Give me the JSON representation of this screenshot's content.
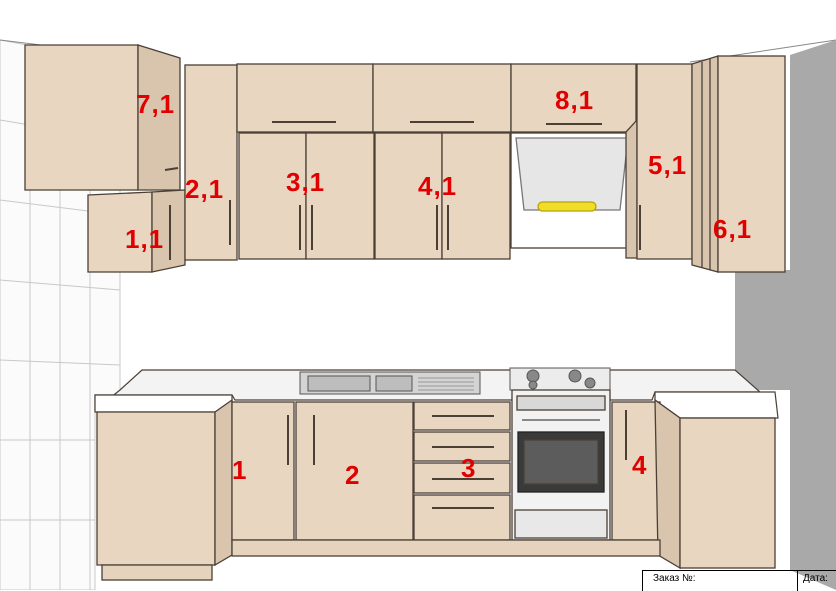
{
  "labels": {
    "u7": "7,1",
    "u1": "1,1",
    "u2": "2,1",
    "u3": "3,1",
    "u4": "4,1",
    "u8": "8,1",
    "u5": "5,1",
    "u6": "6,1",
    "b1": "1",
    "b2": "2",
    "b3": "3",
    "b4": "4"
  },
  "footer": {
    "order_label": "Заказ №:",
    "date_label": "Дата:"
  },
  "colors": {
    "cabinet": "#e9d6c1",
    "cabinet_shadow": "#d4bfa8",
    "outline": "#4a4036",
    "label": "#e00000",
    "wall_right": "#a9a9a9",
    "tile_grid": "#c8c8c8"
  }
}
